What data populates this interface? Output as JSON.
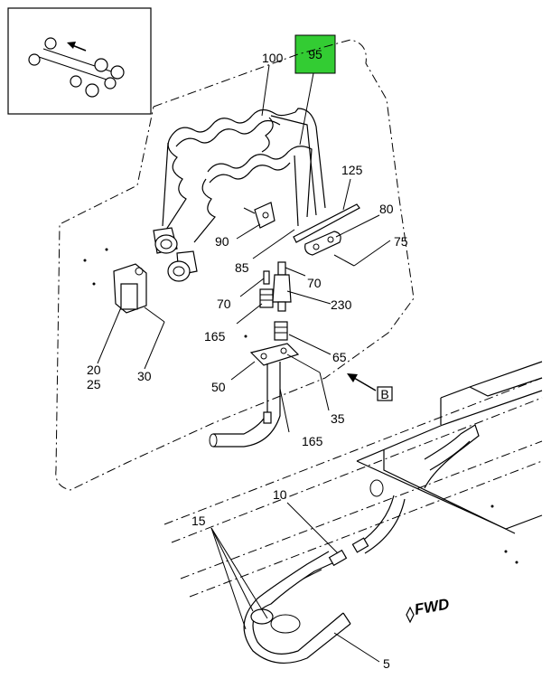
{
  "diagram": {
    "callouts": {
      "c100": "100",
      "c95": "95",
      "c125": "125",
      "c80": "80",
      "c75": "75",
      "c90": "90",
      "c85": "85",
      "c70a": "70",
      "c70b": "70",
      "c230": "230",
      "c165a": "165",
      "c65": "65",
      "c20": "20",
      "c25": "25",
      "c30": "30",
      "c50": "50",
      "c35": "35",
      "c165b": "165",
      "c10": "10",
      "c15": "15",
      "c5": "5"
    },
    "view_label": "B",
    "direction_label": "FWD",
    "highlight_color": "#33cc33"
  }
}
